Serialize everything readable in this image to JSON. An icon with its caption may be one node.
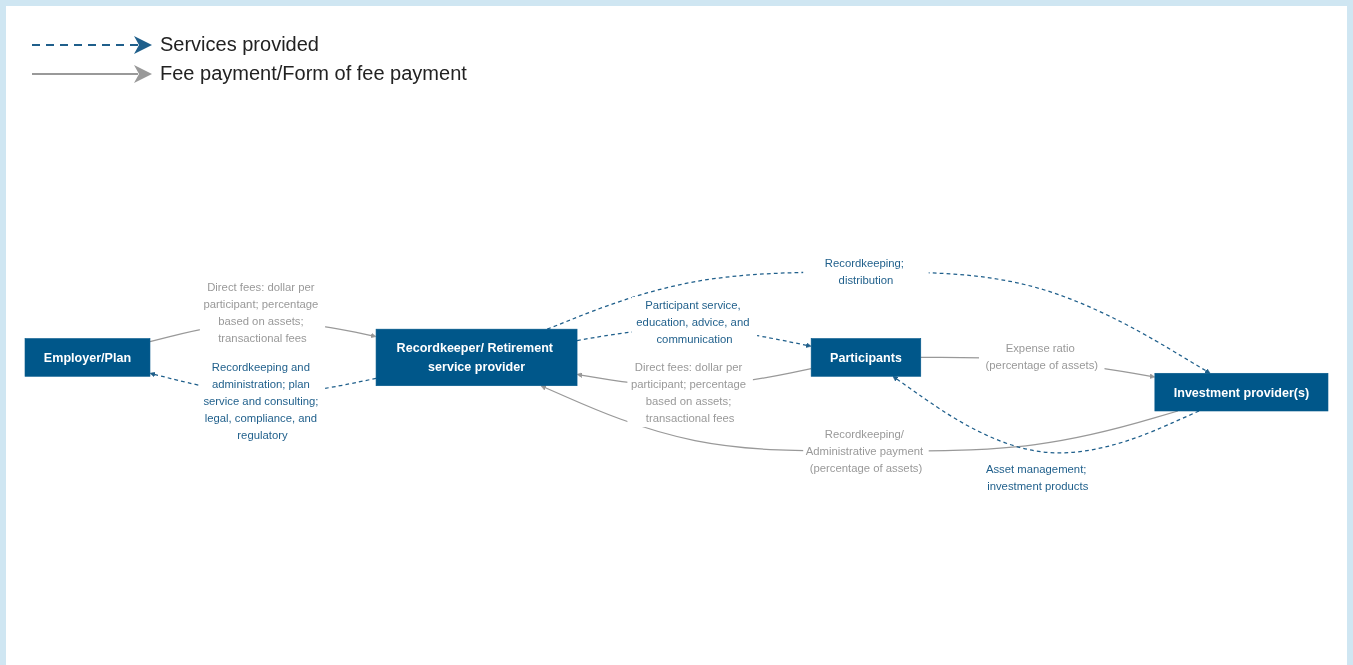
{
  "diagram": {
    "nodes": [
      {
        "text": [
          "Employer/Plan"
        ]
      },
      {
        "text": [
          "Recordkeeper/ Retirement service provider"
        ]
      },
      {
        "text": [
          "Participants"
        ]
      },
      {
        "text": [
          "Investment provider(s)"
        ]
      }
    ],
    "edges": [
      {
        "from": 0,
        "to": 1,
        "arrow": "to",
        "label": "Direct fees: dollar per participant; percentage based on assets; transactional fees",
        "color": "#999999"
      },
      {
        "from": 1,
        "to": 0,
        "arrow": "to",
        "label": "Recordkeeping and administration; plan service and consulting; legal, compliance, and regulatory",
        "style": "dashed",
        "color": "#1f5f8b"
      },
      {
        "from": 2,
        "to": 1,
        "arrow": "to",
        "label": "Direct fees: dollar per participant; percentage based on assets; transactional fees",
        "color": "#999999"
      },
      {
        "from": 1,
        "to": 2,
        "arrow": "to",
        "label": "Participant service, education, advice, and communication",
        "style": "dashed",
        "color": "#1f5f8b"
      },
      {
        "from": 1,
        "to": 3,
        "arrow": "to",
        "label": "Recordkeeping; distribution",
        "style": "dashed",
        "color": "#1f5f8b"
      },
      {
        "from": 3,
        "to": 1,
        "arrow": "to",
        "label": "Recordkeeping/ Administrative payment (percentage of assets)",
        "color": "#999999"
      },
      {
        "from": 3,
        "to": 2,
        "arrow": "to",
        "label": "Asset management; investment products",
        "style": "dashed",
        "color": "#1f5f8b"
      },
      {
        "from": 2,
        "to": 3,
        "arrow": "to",
        "label": "Expense ratio (percentage of assets)",
        "color": "#999999"
      }
    ],
    "legend": [
      {
        "text": "Services provided"
      },
      {
        "text": "Fee payment/Form of fee payment"
      }
    ]
  }
}
